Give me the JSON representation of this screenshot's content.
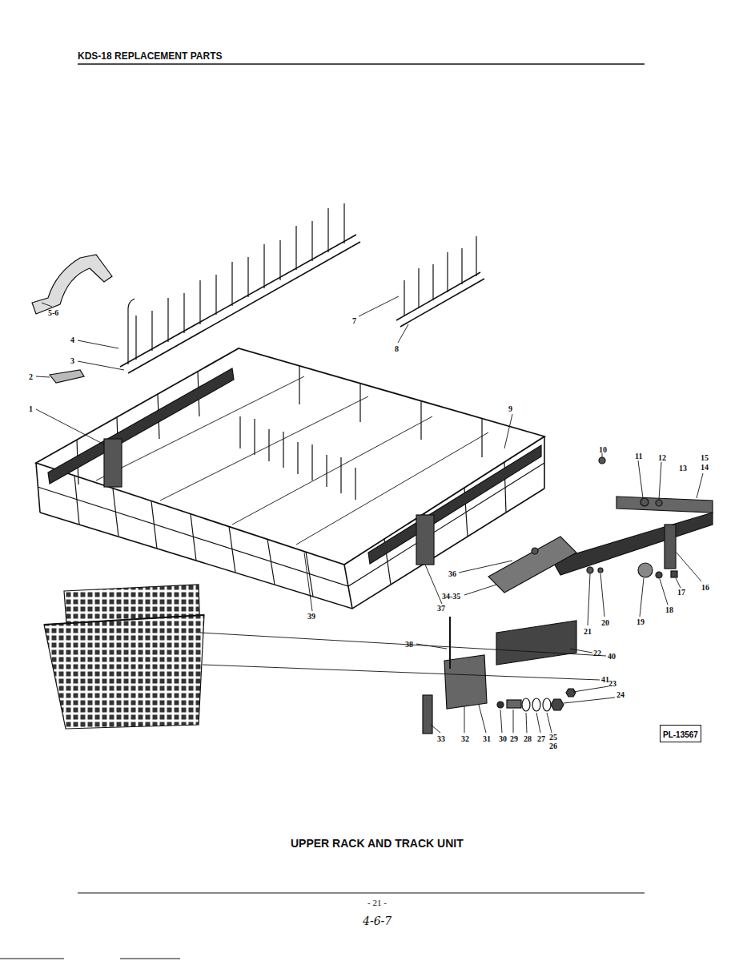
{
  "diagram": {
    "title": "KDS-18 REPLACEMENT PARTS",
    "caption": "UPPER RACK AND TRACK UNIT",
    "nodes": [
      {
        "text": [
          "PL-13567"
        ]
      }
    ],
    "labels": [
      "5-6",
      "4",
      "3",
      "2",
      "1",
      "7",
      "8",
      "9",
      "10",
      "11",
      "12",
      "15",
      "13",
      "14",
      "16",
      "17",
      "18",
      "19",
      "36",
      "34-35",
      "20",
      "21",
      "37",
      "39",
      "38",
      "22",
      "23",
      "24",
      "40",
      "41",
      "33",
      "32",
      "31",
      "30",
      "29",
      "28",
      "27",
      "25",
      "26",
      "- 21 -",
      "4-6-7"
    ]
  }
}
